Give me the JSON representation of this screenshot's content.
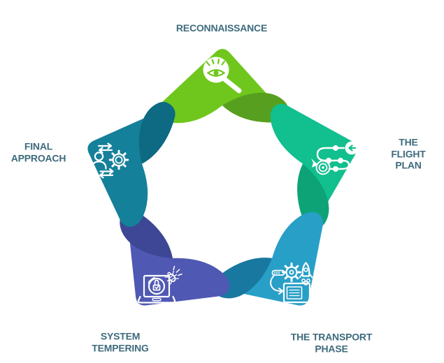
{
  "background_color": "#ffffff",
  "label_color": "#3e6b7d",
  "diagram": {
    "type": "cycle-pentagon",
    "stages": [
      {
        "name": "reconnaissance",
        "label": "RECONNAISSANCE",
        "color": "#6fc71d",
        "fold_color": "#579f1f",
        "icon": "eye-magnifier-icon"
      },
      {
        "name": "the-flight-plan",
        "label": "THE FLIGHT\nPLAN",
        "color": "#12bf8e",
        "fold_color": "#0da377",
        "icon": "route-target-icon"
      },
      {
        "name": "the-transport-phase",
        "label": "THE TRANSPORT\nPHASE",
        "color": "#289fc7",
        "fold_color": "#1878a0",
        "icon": "laptop-rocket-icon"
      },
      {
        "name": "system-tempering",
        "label": "SYSTEM\nTEMPERING",
        "color": "#4f58b2",
        "fold_color": "#3d4795",
        "icon": "laptop-lock-bug-icon"
      },
      {
        "name": "final-approach",
        "label": "FINAL\nAPPROACH",
        "color": "#15809a",
        "fold_color": "#0d6a82",
        "icon": "user-gear-sync-icon"
      }
    ]
  }
}
